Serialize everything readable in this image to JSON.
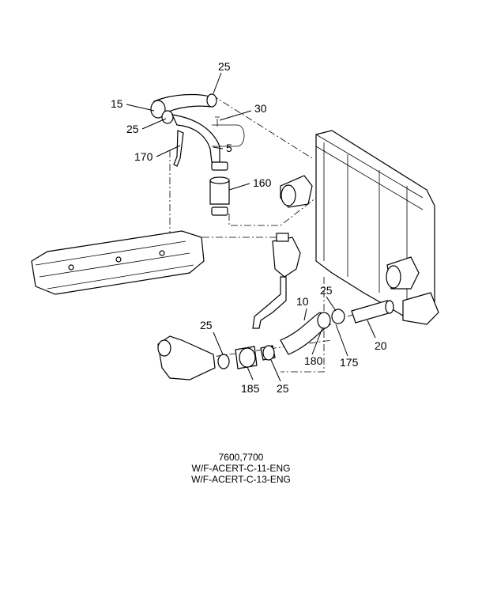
{
  "callouts": {
    "c25_top": "25",
    "c15": "15",
    "c30": "30",
    "c25_left": "25",
    "c5": "5",
    "c170": "170",
    "c160": "160",
    "c10": "10",
    "c25_mid": "25",
    "c25_lower": "25",
    "c20": "20",
    "c180": "180",
    "c175": "175",
    "c185": "185",
    "c25_bottom": "25"
  },
  "caption": {
    "line1": "7600,7700",
    "line2": "W/F-ACERT-C-11-ENG",
    "line3": "W/F-ACERT-C-13-ENG"
  }
}
